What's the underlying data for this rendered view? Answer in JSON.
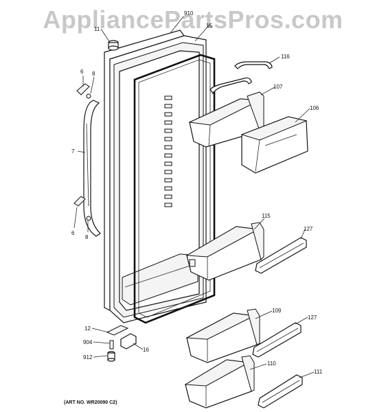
{
  "watermark": "AppliancePartsPros.com",
  "art_number": "(ART NO. WR20090 C2)",
  "callouts": {
    "c910": "910",
    "c11": "11",
    "c15": "15",
    "c6a": "6",
    "c8a": "8",
    "c7": "7",
    "c6b": "6",
    "c8b": "8",
    "c116": "116",
    "c107": "107",
    "c106": "106",
    "c115": "115",
    "c127a": "127",
    "c109": "109",
    "c127b": "127",
    "c110": "110",
    "c111": "111",
    "c12": "12",
    "c904": "904",
    "c16": "16",
    "c912": "912"
  }
}
